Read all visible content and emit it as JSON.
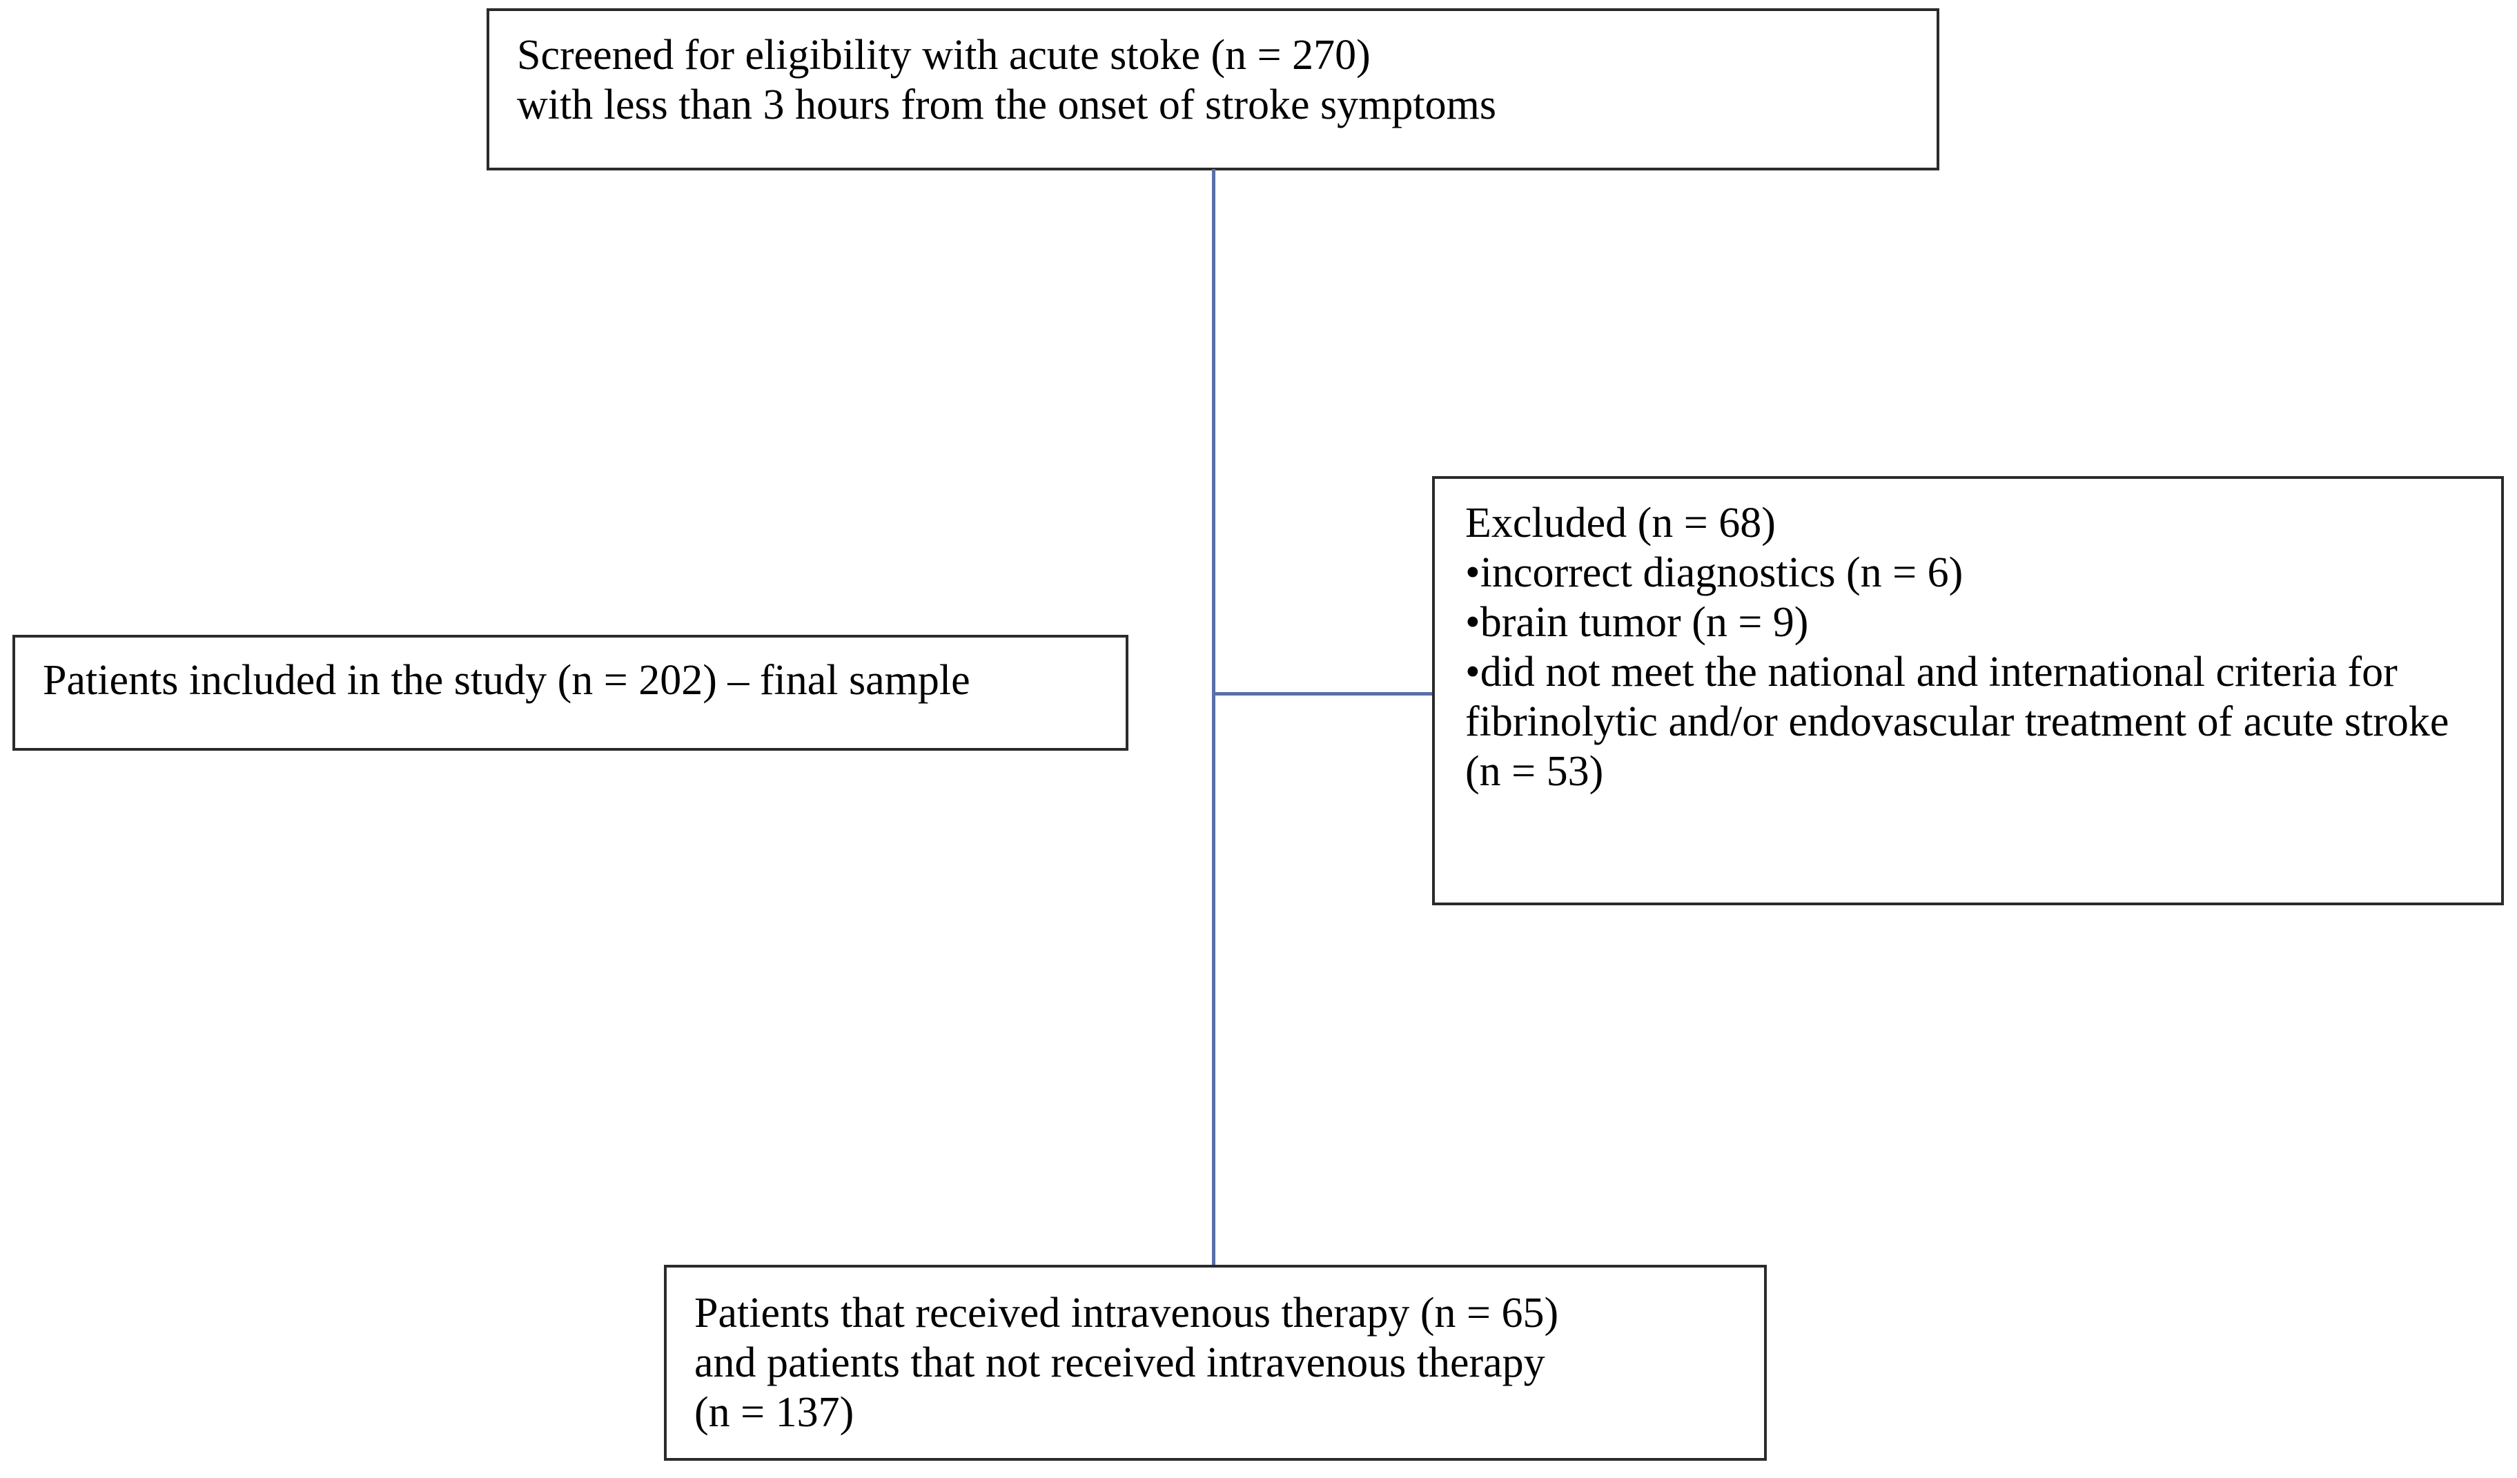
{
  "diagram": {
    "type": "crisp-patient-flow-chart",
    "line_color": "#5a6fa8",
    "box_border_color": "#2b2b2b",
    "background": "#ffffff",
    "boxes": {
      "screened": {
        "name": "screened-for-eligibility-box",
        "text": "Screened for eligibility with acute stoke (n = 270)\nwith less than 3 hours from the onset of stroke symptoms",
        "lines": [
          "Screened for eligibility with acute stoke (n = 270)",
          "with less than 3 hours from the onset of stroke symptoms"
        ],
        "n": 270
      },
      "excluded": {
        "name": "excluded-box",
        "text": "Excluded (n = 68)\n•incorrect diagnostics (n = 6)\n•brain tumor (n = 9)\n•did not meet the national and international criteria for fibrinolytic and/or endovascular treatment of acute stroke (n = 53)",
        "heading": "Excluded (n = 68)",
        "n": 68,
        "bullets": [
          "•incorrect diagnostics (n = 6)",
          "•brain tumor (n = 9)",
          "•did not meet the national and international criteria for fibrinolytic and/or endovascular treatment of acute stroke (n = 53)"
        ],
        "bullet_counts": [
          6,
          9,
          53
        ]
      },
      "included": {
        "name": "patients-included-box",
        "text": "Patients included in the study (n = 202) – final sample",
        "n": 202
      },
      "therapy": {
        "name": "patients-therapy-box",
        "text": "Patients that received intravenous therapy (n = 65)\nand patients that not received intravenous therapy\n(n = 137)",
        "lines": [
          "Patients that received intravenous therapy (n = 65)",
          "and patients that not received intravenous therapy",
          "(n = 137)"
        ],
        "n_received": 65,
        "n_not_received": 137
      }
    }
  }
}
